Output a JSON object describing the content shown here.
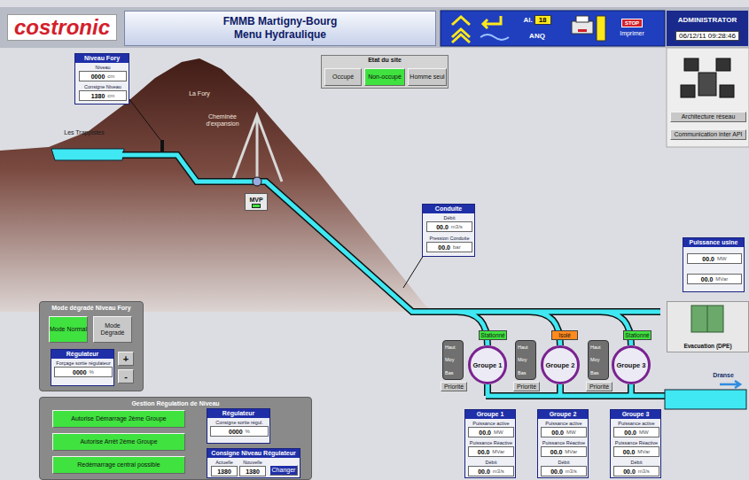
{
  "diagram": {
    "nodes": [
      {
        "text": [
          "costronic"
        ]
      },
      {
        "text": [
          "FMMB Martigny-Bourg",
          "Menu Hydraulique"
        ]
      },
      {
        "text": [
          "Al.",
          "18",
          "ANQ"
        ]
      },
      {
        "text": [
          "STOP",
          "Imprimer"
        ]
      },
      {
        "text": [
          "ADMINISTRATOR",
          "06/12/11 09:28:46"
        ]
      },
      {
        "text": [
          "Niveau Fory"
        ]
      },
      {
        "text": [
          "Niveau",
          "0000",
          "cm"
        ],
        "in": 5
      },
      {
        "text": [
          "Consigne Niveau",
          "1380",
          "cm"
        ],
        "in": 5
      },
      {
        "text": [
          "Etat du site"
        ]
      },
      {
        "text": [
          "Occupé"
        ],
        "in": 8
      },
      {
        "text": [
          "Non-occupé"
        ],
        "in": 8
      },
      {
        "text": [
          "Homme seul"
        ],
        "in": 8
      },
      {
        "text": [
          "Conduite"
        ]
      },
      {
        "text": [
          "Débit",
          "00.0",
          "m3/s"
        ],
        "in": 12
      },
      {
        "text": [
          "Pression Conduite",
          "00.0",
          "bar"
        ],
        "in": 12
      },
      {
        "text": [
          "MVP"
        ]
      },
      {
        "text": [
          "Architecture réseau"
        ]
      },
      {
        "text": [
          "Communication inter API"
        ]
      },
      {
        "text": [
          "Puissance usine"
        ]
      },
      {
        "text": [
          "00.0",
          "MW"
        ],
        "in": 18
      },
      {
        "text": [
          "00.0",
          "MVar"
        ],
        "in": 18
      },
      {
        "text": [
          "Evacuation (DPE)"
        ]
      },
      {
        "text": [
          "Stationné"
        ]
      },
      {
        "text": [
          "Isolé"
        ]
      },
      {
        "text": [
          "Stationné"
        ]
      },
      {
        "text": [
          "Haut",
          "Moy",
          "Bas"
        ]
      },
      {
        "text": [
          "Groupe 1"
        ]
      },
      {
        "text": [
          "Priorité"
        ]
      },
      {
        "text": [
          "Haut",
          "Moy",
          "Bas"
        ]
      },
      {
        "text": [
          "Groupe 2"
        ]
      },
      {
        "text": [
          "Priorité"
        ]
      },
      {
        "text": [
          "Haut",
          "Moy",
          "Bas"
        ]
      },
      {
        "text": [
          "Groupe 3"
        ]
      },
      {
        "text": [
          "Priorité"
        ]
      },
      {
        "text": [
          "Groupe 1"
        ]
      },
      {
        "text": [
          "Puissance active",
          "00.0",
          "MW"
        ],
        "in": 34
      },
      {
        "text": [
          "Puissance Réactive",
          "00.0",
          "MVar"
        ],
        "in": 34
      },
      {
        "text": [
          "Débit",
          "00.0",
          "m3/s"
        ],
        "in": 34
      },
      {
        "text": [
          "Groupe 2"
        ]
      },
      {
        "text": [
          "Puissance active",
          "00.0",
          "MW"
        ],
        "in": 38
      },
      {
        "text": [
          "Puissance Réactive",
          "00.0",
          "MVar"
        ],
        "in": 38
      },
      {
        "text": [
          "Débit",
          "00.0",
          "m3/s"
        ],
        "in": 38
      },
      {
        "text": [
          "Groupe 3"
        ]
      },
      {
        "text": [
          "Puissance active",
          "00.0",
          "MW"
        ],
        "in": 42
      },
      {
        "text": [
          "Puissance Réactive",
          "00.0",
          "MVar"
        ],
        "in": 42
      },
      {
        "text": [
          "Débit",
          "00.0",
          "m3/s"
        ],
        "in": 42
      },
      {
        "text": [
          "Mode dégradé Niveau Fory"
        ]
      },
      {
        "text": [
          "Mode Normal"
        ],
        "in": 46
      },
      {
        "text": [
          "Mode Dégradé"
        ],
        "in": 46
      },
      {
        "text": [
          "Régulateur"
        ],
        "in": 46
      },
      {
        "text": [
          "Forçage sortie régulateur",
          "0000",
          "%"
        ],
        "in": 49
      },
      {
        "text": [
          "+"
        ],
        "in": 46
      },
      {
        "text": [
          "-"
        ],
        "in": 46
      },
      {
        "text": [
          "Gestion Régulation de Niveau"
        ]
      },
      {
        "text": [
          "Autorise Démarrage 2ème Groupe"
        ],
        "in": 53
      },
      {
        "text": [
          "Autorise Arrêt 2ème Groupe"
        ],
        "in": 53
      },
      {
        "text": [
          "Redémarrage central possible"
        ],
        "in": 53
      },
      {
        "text": [
          "Régulateur"
        ],
        "in": 53
      },
      {
        "text": [
          "Consigne sortie régul.",
          "0000",
          "%"
        ],
        "in": 57
      },
      {
        "text": [
          "Consigne Niveau Régulateur"
        ],
        "in": 53
      },
      {
        "text": [
          "Actuelle",
          "1380"
        ],
        "in": 59
      },
      {
        "text": [
          "Nouvelle",
          "1380"
        ],
        "in": 59
      },
      {
        "text": [
          "Changer"
        ],
        "in": 59
      }
    ],
    "labels": [
      "Les Trappistes",
      "La Fory",
      "Cheminée d'expansion",
      "Dranse"
    ]
  }
}
